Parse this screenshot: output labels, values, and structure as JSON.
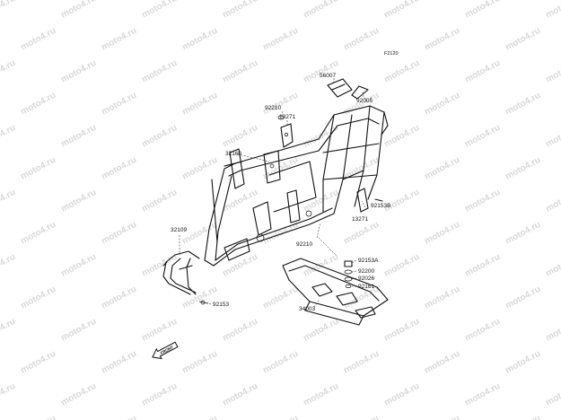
{
  "figure_code": "F2120",
  "watermark": "moto4.ru",
  "arrow_label": "FRONT",
  "parts": {
    "p56007": "56007",
    "p92005": "92005",
    "p92210_top": "92210",
    "p13271_top": "13271",
    "p32160": "32160",
    "p13271_right": "13271",
    "p92153b": "92153B",
    "p32109": "32109",
    "p92210_mid": "92210",
    "p92153a": "92153A",
    "p92200": "92200",
    "p92026": "92026",
    "p92161": "92161",
    "p92153": "92153",
    "p34003": "34003"
  }
}
